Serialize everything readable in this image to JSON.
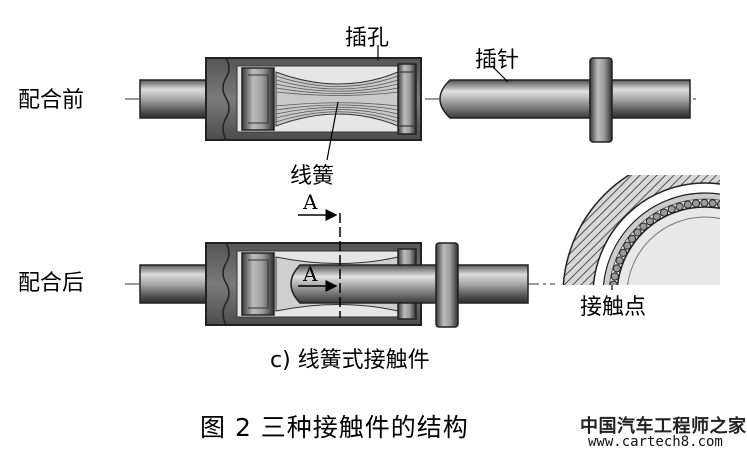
{
  "labels": {
    "before_mating": "配合前",
    "after_mating": "配合后",
    "socket": "插孔",
    "pin": "插针",
    "wire_spring": "线簧",
    "contact_point": "接触点",
    "section_mark": "A"
  },
  "subcaption": "c) 线簧式接触件",
  "caption": "图 2  三种接触件的结构",
  "watermark": {
    "title": "中国汽车工程师之家",
    "url": "www.cartech8.com"
  },
  "colors": {
    "steel_dark": "#3c3c3c",
    "steel_mid": "#8e8e8e",
    "steel_light": "#cfcfcf",
    "sleeve_fill": "#6b6b6b",
    "cavity": "#e9e9e9"
  }
}
